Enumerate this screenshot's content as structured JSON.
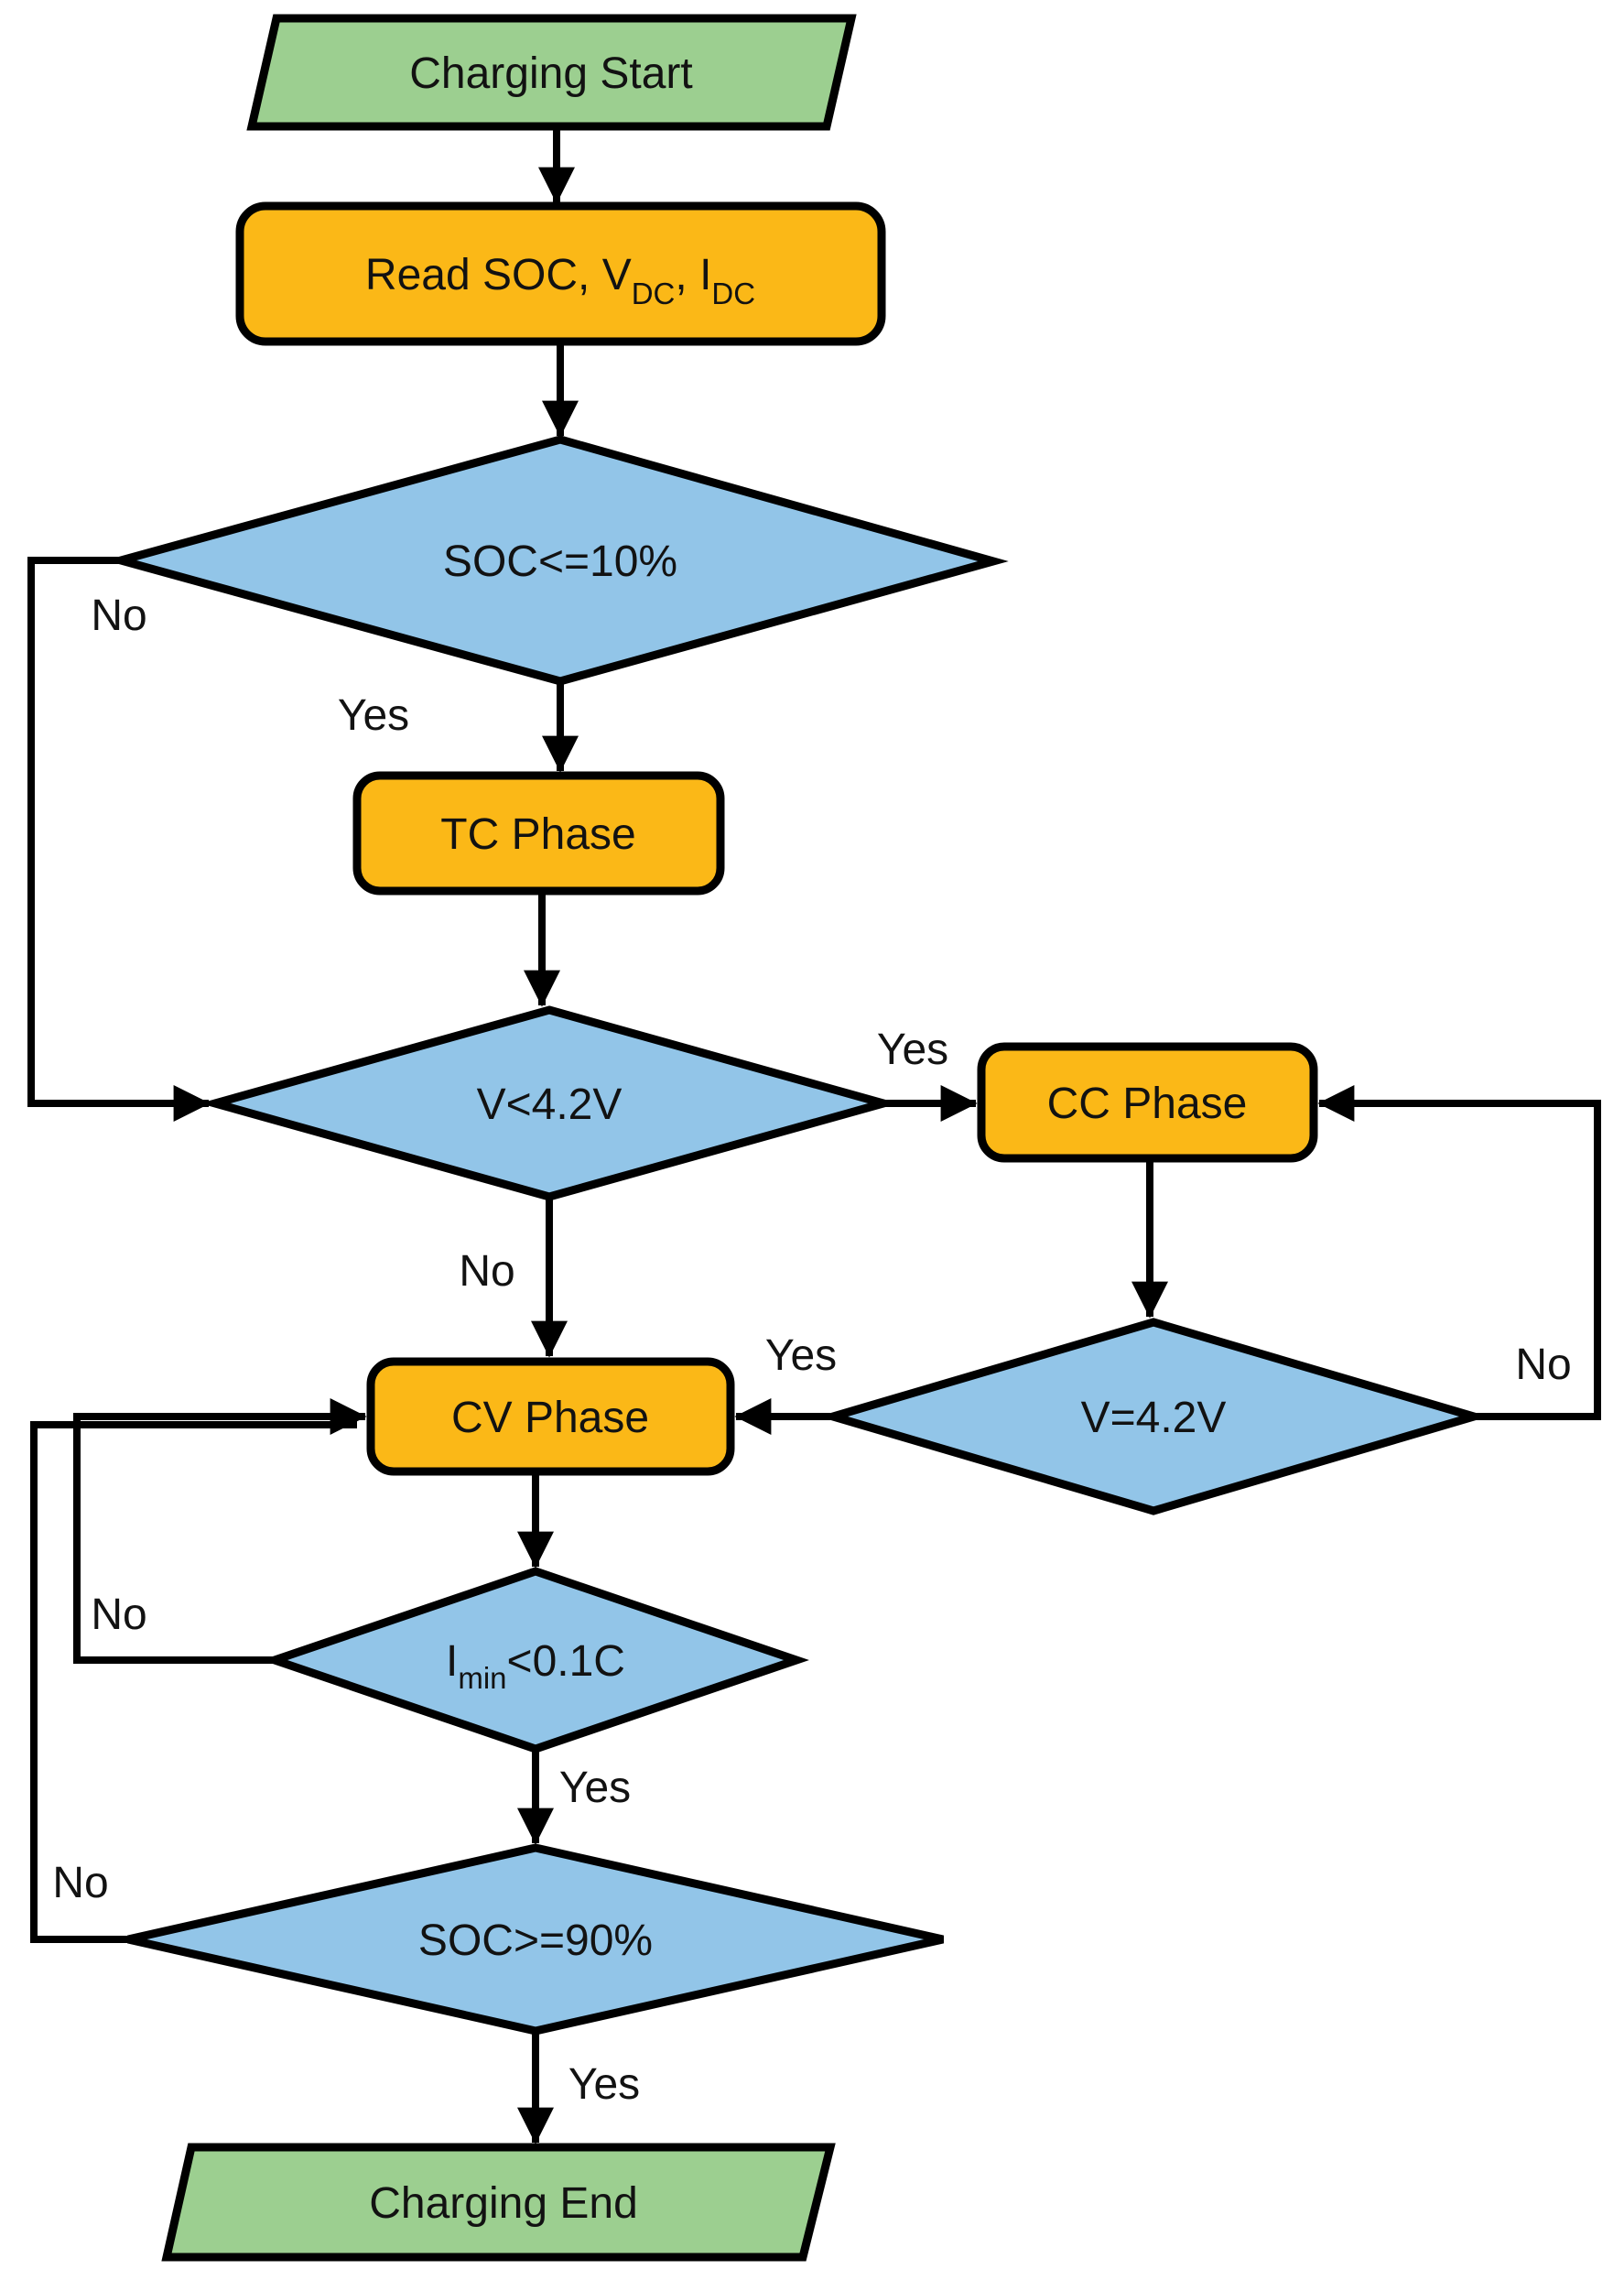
{
  "figure": {
    "kind": "flowchart",
    "title": "Battery charging control flowchart",
    "background": "#FFFFFF"
  },
  "colors": {
    "terminal_fill": "#9CCF90",
    "process_fill": "#FBB817",
    "decision_fill": "#92C5E8",
    "line": "#000000",
    "text": "#121212"
  },
  "nodes": {
    "start": {
      "shape": "parallelogram",
      "role": "terminal",
      "label": "Charging Start"
    },
    "read_soc": {
      "shape": "rounded-rect",
      "role": "process",
      "label": "Read SOC, VDC, IDC",
      "p1": "Read SOC, V",
      "sub1": "DC",
      "p2": ", I",
      "sub2": "DC"
    },
    "soc_le_10": {
      "shape": "diamond",
      "role": "decision",
      "label": "SOC<=10%"
    },
    "tc_phase": {
      "shape": "rounded-rect",
      "role": "process",
      "label": "TC Phase"
    },
    "v_lt_4_2": {
      "shape": "diamond",
      "role": "decision",
      "label": "V<4.2V"
    },
    "cc_phase": {
      "shape": "rounded-rect",
      "role": "process",
      "label": "CC Phase"
    },
    "v_eq_4_2": {
      "shape": "diamond",
      "role": "decision",
      "label": "V=4.2V"
    },
    "cv_phase": {
      "shape": "rounded-rect",
      "role": "process",
      "label": "CV Phase"
    },
    "i_min_lt_0_1c": {
      "shape": "diamond",
      "role": "decision",
      "label": "Imin<0.1C",
      "p1": "I",
      "sub1": "min",
      "p2": "<0.1C"
    },
    "soc_ge_90": {
      "shape": "diamond",
      "role": "decision",
      "label": "SOC>=90%"
    },
    "end": {
      "shape": "parallelogram",
      "role": "terminal",
      "label": "Charging End"
    }
  },
  "edge_labels": {
    "soc_le_10_yes": "Yes",
    "soc_le_10_no": "No",
    "v_lt_4_2_yes": "Yes",
    "v_lt_4_2_no": "No",
    "v_eq_4_2_yes": "Yes",
    "v_eq_4_2_no": "No",
    "i_min_yes": "Yes",
    "i_min_no": "No",
    "soc_ge_90_yes": "Yes",
    "soc_ge_90_no": "No"
  }
}
